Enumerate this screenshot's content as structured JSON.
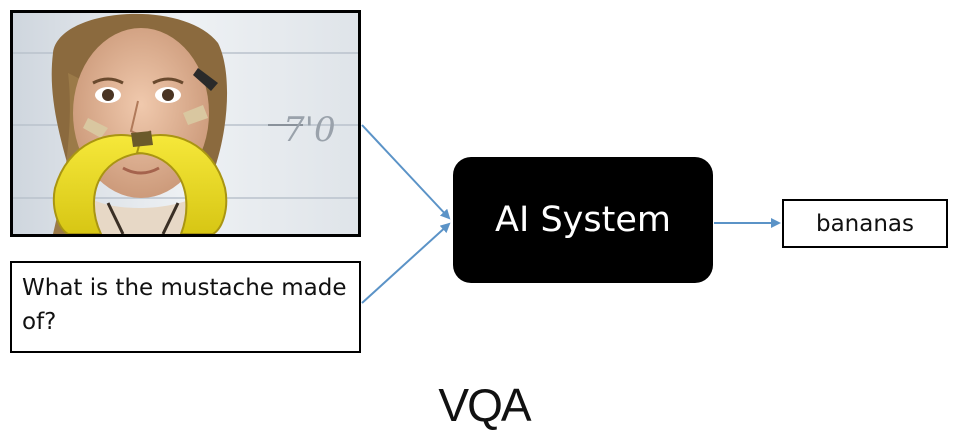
{
  "photo": {
    "icon": "woman-with-banana-mustache-photo",
    "wall_mark": "7'0"
  },
  "question": {
    "text": "What is the mustache made of?"
  },
  "system": {
    "label": "AI System"
  },
  "answer": {
    "text": "bananas"
  },
  "caption": {
    "text": "VQA"
  },
  "colors": {
    "arrow": "#5b93c7",
    "box_border": "#000000",
    "system_fill": "#000000",
    "system_text": "#ffffff"
  }
}
